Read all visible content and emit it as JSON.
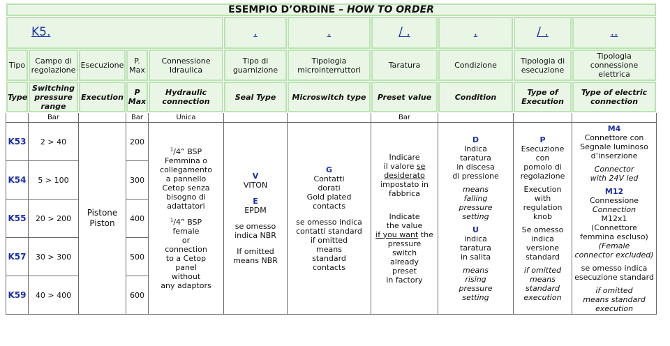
{
  "title": {
    "it": "ESEMPIO D’ORDINE – ",
    "en": "HOW TO ORDER"
  },
  "codes": [
    "K5.",
    ".",
    ".",
    "/ .",
    ".",
    "/ .",
    ".."
  ],
  "headers_it": [
    "Tipo",
    "Campo di regolazione",
    "Esecuzione",
    "P. Max",
    "Connessione Idraulica",
    "Tipo di guarnizione",
    "Tipologia microinterruttori",
    "Taratura",
    "Condizione",
    "Tipologia di esecuzione",
    "Tipologia connessione elettrica"
  ],
  "headers_en": [
    "Type",
    "Switching pressure range",
    "Execution",
    "P Max",
    "Hydraulic connection",
    "Seal Type",
    "Microswitch type",
    "Preset value",
    "Condition",
    "Type of Execution",
    "Type of electric connection"
  ],
  "units": {
    "range": "Bar",
    "pmax": "Bar",
    "connection": "Unica",
    "preset": "Bar"
  },
  "rows": [
    {
      "model": "K53",
      "range": "2 > 40",
      "pmax": "200"
    },
    {
      "model": "K54",
      "range": "5 > 100",
      "pmax": "300"
    },
    {
      "model": "K55",
      "range": "20 > 200",
      "pmax": "400"
    },
    {
      "model": "K57",
      "range": "30 > 300",
      "pmax": "500"
    },
    {
      "model": "K59",
      "range": "40 > 400",
      "pmax": "600"
    }
  ],
  "execution": {
    "it": "Pistone",
    "en": "Piston"
  },
  "hydraulic": {
    "frac1_num": "1",
    "frac1_rest": "/4” BSP",
    "it_lines": [
      "Femmina o",
      "collegamento",
      "a pannello",
      "Cetop senza",
      "bisogno di",
      "adattatori"
    ],
    "frac2_num": "1",
    "frac2_rest": "/4” BSP",
    "en_lines": [
      "female",
      "or",
      "connection",
      "to a Cetop",
      "panel",
      "without",
      "any adaptors"
    ]
  },
  "seal": {
    "v_code": "V",
    "v_name": "VITON",
    "e_code": "E",
    "e_name": "EPDM",
    "it_lines": [
      "se omesso",
      "indica NBR"
    ],
    "en_lines": [
      "If omitted",
      "means NBR"
    ]
  },
  "microswitch": {
    "code": "G",
    "it_lines": [
      "Contatti",
      "dorati"
    ],
    "en_lines": [
      "Gold plated",
      "contacts"
    ],
    "omit_it": [
      "se omesso indica",
      "contatti standard"
    ],
    "omit_en": [
      "if omitted",
      "means",
      "standard",
      "contacts"
    ]
  },
  "preset": {
    "it_a": "Indicare",
    "it_b": "il valore ",
    "it_c": "se",
    "it_d": "desiderato",
    "it_e": "impostato in",
    "it_f": "fabbrica",
    "en_a": "Indicate",
    "en_b": "the value",
    "en_c": "if you want",
    "en_d": " the",
    "en_e": "pressure",
    "en_f": "switch",
    "en_g": "already",
    "en_h": "preset",
    "en_i": "in factory"
  },
  "condition": {
    "d_code": "D",
    "d_it": [
      "Indica",
      "taratura",
      "in discesa",
      "di pressione"
    ],
    "d_en": [
      "means",
      "falling",
      "pressure",
      "setting"
    ],
    "u_code": "U",
    "u_it": [
      "indica",
      "taratura",
      "in salita"
    ],
    "u_en": [
      "means",
      "rising",
      "pressure",
      "setting"
    ]
  },
  "exec_type": {
    "p_code": "P",
    "p_it": [
      "Esecuzione",
      "con",
      "pomolo di",
      "regolazione"
    ],
    "p_en": [
      "Execution",
      "with",
      "regulation",
      "knob"
    ],
    "omit_it": [
      "Se omesso",
      "indica",
      "versione",
      "standard"
    ],
    "omit_en": [
      "if omitted",
      "means",
      "standard",
      "execution"
    ]
  },
  "electric": {
    "m4_code": "M4",
    "m4_it": [
      "Connettore con",
      "Segnale luminoso",
      "d’inserzione"
    ],
    "m4_en": [
      "Connector",
      "with 24V led"
    ],
    "m12_code": "M12",
    "m12_it_a": "Connessione",
    "m12_it_b": "Connection",
    "m12_it_c": [
      "M12x1",
      "(Connettore",
      "femmina escluso)"
    ],
    "m12_en": [
      "(Female",
      "connector excluded)"
    ],
    "omit_it": "se omesso indica",
    "omit_it2": "esecuzione standard",
    "omit_en": [
      "if omitted",
      "means standard",
      "execution"
    ]
  }
}
